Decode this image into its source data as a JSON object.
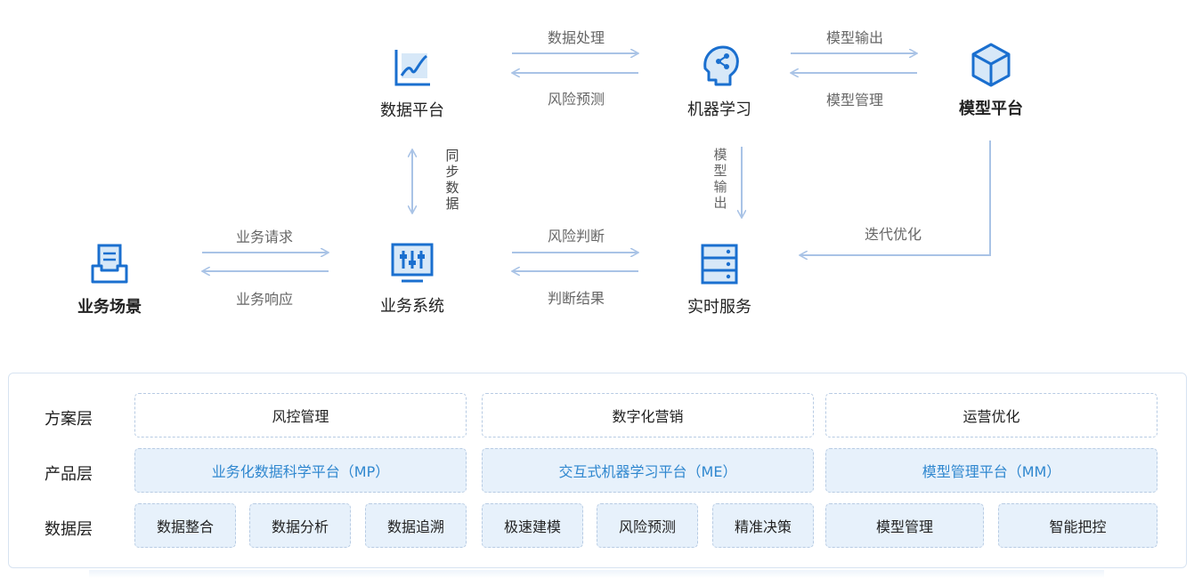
{
  "colors": {
    "accent": "#1a6fcf",
    "arrow": "#a9c3e6",
    "box_fill": "#e7f1fb",
    "product_text": "#2f87cf"
  },
  "nodes": {
    "data_platform": {
      "label": "数据平台",
      "icon": "line-chart-icon"
    },
    "machine_learning": {
      "label": "机器学习",
      "icon": "ai-head-icon"
    },
    "model_platform": {
      "label": "模型平台",
      "icon": "cube-icon"
    },
    "business_scene": {
      "label": "业务场景",
      "icon": "inbox-document-icon"
    },
    "business_system": {
      "label": "业务系统",
      "icon": "equalizer-monitor-icon"
    },
    "realtime_service": {
      "label": "实时服务",
      "icon": "server-icon"
    }
  },
  "flows": {
    "data_processing": "数据处理",
    "risk_prediction": "风险预测",
    "model_output": "模型输出",
    "model_management": "模型管理",
    "sync_data": "同步数据",
    "model_output_vertical": "模型输出",
    "business_request": "业务请求",
    "business_response": "业务响应",
    "risk_judgment": "风险判断",
    "judgment_result": "判断结果",
    "iterative_optimization": "迭代优化"
  },
  "layers": {
    "solution": {
      "label": "方案层",
      "items": [
        "风控管理",
        "数字化营销",
        "运营优化"
      ]
    },
    "product": {
      "label": "产品层",
      "items": [
        "业务化数据科学平台（MP）",
        "交互式机器学习平台（ME）",
        "模型管理平台（MM）"
      ]
    },
    "data": {
      "label": "数据层",
      "items": [
        "数据整合",
        "数据分析",
        "数据追溯",
        "极速建模",
        "风险预测",
        "精准决策",
        "模型管理",
        "智能把控"
      ]
    }
  }
}
